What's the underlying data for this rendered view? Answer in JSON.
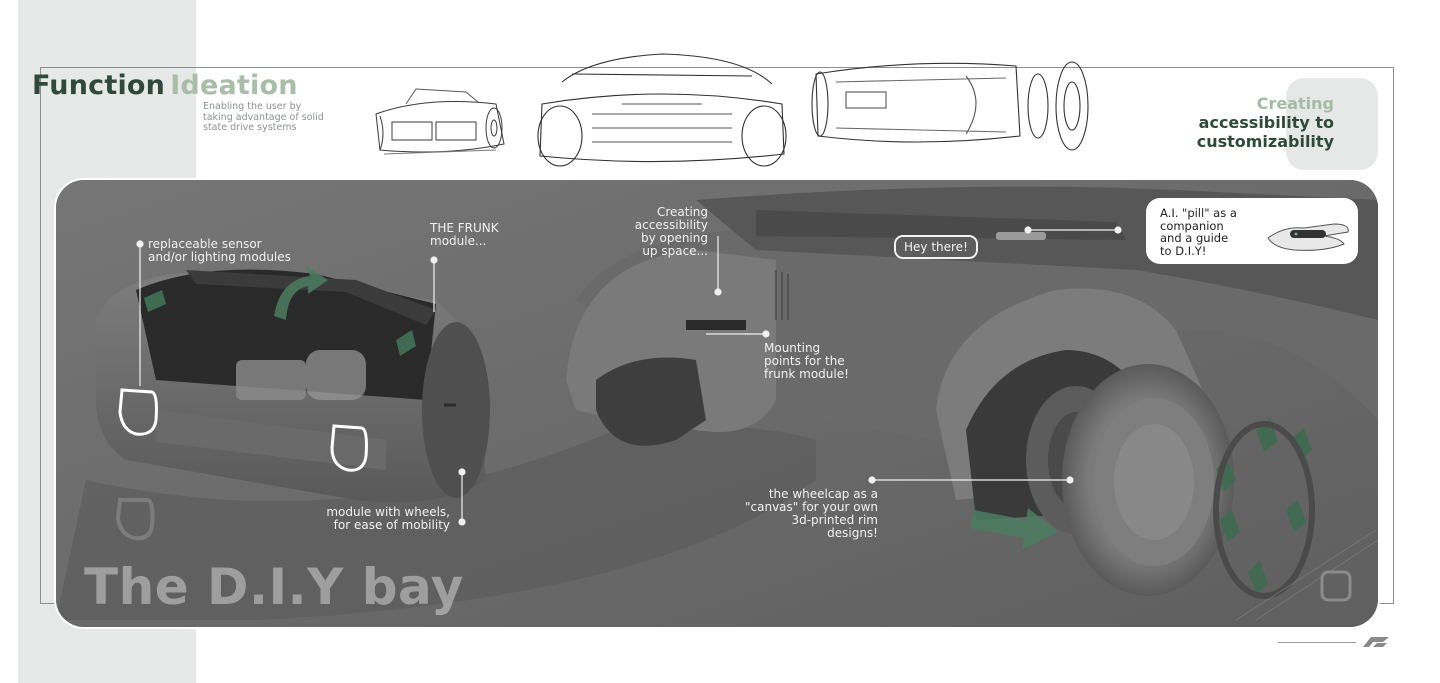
{
  "header": {
    "title_part1": "Function",
    "title_part2": "Ideation",
    "subtitle": "Enabling the user by taking advantage of solid state drive systems",
    "tagline_line1": "Creating",
    "tagline_line2": "accessibility to",
    "tagline_line3": "customizability"
  },
  "panel": {
    "big_title": "The D.I.Y bay",
    "annotations": {
      "sensor": "replaceable sensor\nand/or lighting modules",
      "frunk": "THE FRUNK\nmodule...",
      "space": "Creating\naccessibility\nby opening\nup space...",
      "mounting": "Mounting\npoints for the\nfrunk module!",
      "wheels": "module with wheels,\nfor ease of mobility",
      "wheelcap": "the wheelcap as a\n\"canvas\" for your own\n3d-printed rim\ndesigns!"
    },
    "hey_bubble": "Hey there!",
    "ai_pill_text": "A.I. \"pill\" as a\ncompanion\nand a guide\nto D.I.Y!"
  },
  "colors": {
    "brand_dark_green": "#2f4a3c",
    "brand_light_green": "#a9bda9",
    "panel_grey": "#6e6e6e",
    "accent_green": "#3f6b52"
  }
}
